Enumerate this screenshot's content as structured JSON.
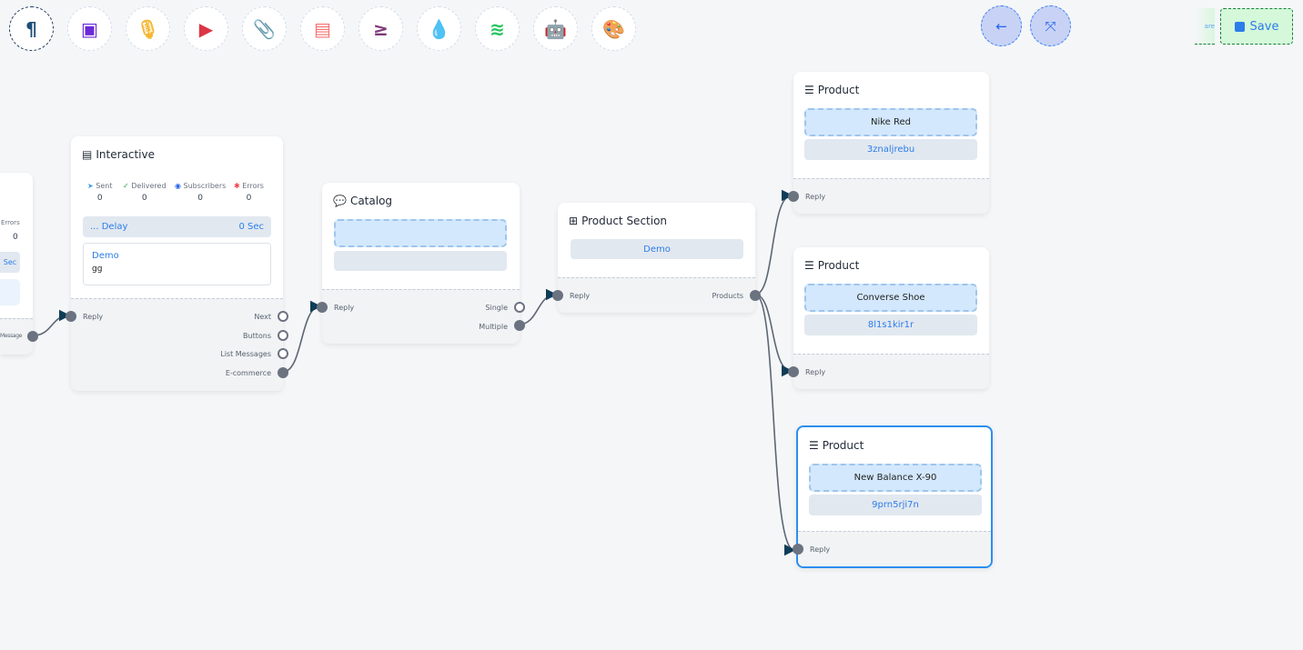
{
  "toolbar": {
    "tools": [
      {
        "icon": "paragraph-icon",
        "glyph": "¶",
        "color": "#1e4e79"
      },
      {
        "icon": "image-icon",
        "glyph": "▣",
        "color": "#6d28d9"
      },
      {
        "icon": "microphone-icon",
        "glyph": "🎙",
        "color": "#f5b731"
      },
      {
        "icon": "youtube-icon",
        "glyph": "▶",
        "color": "#dc3545"
      },
      {
        "icon": "paperclip-icon",
        "glyph": "📎",
        "color": "#16a34a"
      },
      {
        "icon": "newspaper-icon",
        "glyph": "▤",
        "color": "#f87171"
      },
      {
        "icon": "greater-equal-icon",
        "glyph": "≥",
        "color": "#7e3a78"
      },
      {
        "icon": "droplet-icon",
        "glyph": "💧",
        "color": "#c81e45"
      },
      {
        "icon": "stack-icon",
        "glyph": "≋",
        "color": "#22c55e"
      },
      {
        "icon": "robot-icon",
        "glyph": "🤖",
        "color": "#1d1de0"
      },
      {
        "icon": "palette-icon",
        "glyph": "🎨",
        "color": "#22c55e"
      }
    ],
    "back_icon": "←",
    "collapse_icon": "⤧",
    "ghost_label": "are",
    "save_label": "Save"
  },
  "left_node": {
    "errors_label": "Errors",
    "errors_value": "0",
    "delay_unit": "Sec",
    "output_label": "Message"
  },
  "interactive": {
    "title": "Interactive",
    "stats": [
      {
        "label": "Sent",
        "value": "0",
        "color": "#3b9ded"
      },
      {
        "label": "Delivered",
        "value": "0",
        "color": "#22a34a"
      },
      {
        "label": "Subscribers",
        "value": "0",
        "color": "#2563eb"
      },
      {
        "label": "Errors",
        "value": "0",
        "color": "#ef4444"
      }
    ],
    "delay_label": "... Delay",
    "delay_value": "0 Sec",
    "message_title": "Demo",
    "message_body": "gg",
    "input": "Reply",
    "outputs": [
      "Next",
      "Buttons",
      "List Messages",
      "E-commerce"
    ]
  },
  "catalog": {
    "title": "Catalog",
    "input": "Reply",
    "outputs": [
      "Single",
      "Multiple"
    ]
  },
  "product_section": {
    "title": "Product Section",
    "section": "Demo",
    "input": "Reply",
    "output": "Products"
  },
  "products": [
    {
      "title": "Product",
      "name": "Nike Red",
      "id": "3znaljrebu",
      "input": "Reply"
    },
    {
      "title": "Product",
      "name": "Converse Shoe",
      "id": "8l1s1kir1r",
      "input": "Reply"
    },
    {
      "title": "Product",
      "name": "New Balance X-90",
      "id": "9prn5rji7n",
      "input": "Reply"
    }
  ]
}
